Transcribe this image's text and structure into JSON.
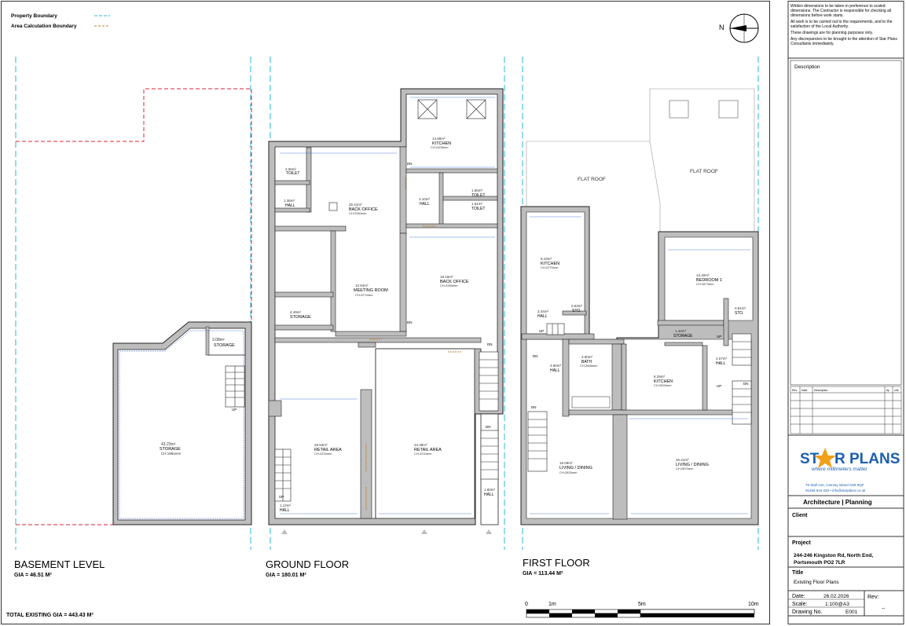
{
  "legend": {
    "property_boundary": "Property Boundary",
    "area_boundary": "Area Calculation Boundary"
  },
  "colors": {
    "wall": "#bdbdbd",
    "wall_stroke": "#222222",
    "boundary": "#2ab7d6",
    "area": "#b9833a",
    "dim": "#2a5fd0",
    "red": "#d8263a",
    "logo_blue": "#1b5fb0",
    "logo_gold": "#f0a019"
  },
  "compass": {
    "letter": "N"
  },
  "levels": {
    "basement": {
      "title": "BASEMENT LEVEL",
      "gia": "GIA = 46.51 M²"
    },
    "ground": {
      "title": "GROUND FLOOR",
      "gia": "GIA = 180.01 M²"
    },
    "first": {
      "title": "FIRST FLOOR",
      "gia": "GIA = 113.44 M²"
    }
  },
  "total": "TOTAL EXISTING GIA = 443.43 M²",
  "rooms": {
    "b_storage_small": {
      "area": "3.08m²",
      "name": "STORAGE"
    },
    "b_storage_big": {
      "area": "43.23m²",
      "name": "STORAGE",
      "ch": "CH:1984mm"
    },
    "g_toilet": {
      "area": "2.06m²",
      "name": "TOILET"
    },
    "g_hall_small": {
      "area": "1.36m²",
      "name": "HALL"
    },
    "g_back_office1": {
      "area": "25.41m²",
      "name": "BACK OFFICE",
      "ch": "CH:2280mm"
    },
    "g_kitchen": {
      "area": "14.90m²",
      "name": "KITCHEN",
      "ch": "CH:2408mm"
    },
    "g_hall_mid": {
      "area": "3.10m²",
      "name": "HALL"
    },
    "g_toilet2": {
      "area": "1.86m²",
      "name": "TOILET"
    },
    "g_toilet3": {
      "area": "1.81m²",
      "name": "TOILET"
    },
    "g_meeting": {
      "area": "12.54m²",
      "name": "MEETING ROOM",
      "ch": "CH:2270mm"
    },
    "g_back_office2": {
      "area": "19.16m²",
      "name": "BACK OFFICE",
      "ch": "CH:2285mm"
    },
    "g_storage": {
      "area": "4.49m²",
      "name": "STORAGE"
    },
    "g_retail1": {
      "area": "26.53m²",
      "name": "RETAIL AREA",
      "ch": "CH:2234mm"
    },
    "g_retail2": {
      "area": "34.38m²",
      "name": "RETAIL AREA",
      "ch": "CH:2234mm"
    },
    "g_hall_l": {
      "area": "1.12m²",
      "name": "HALL"
    },
    "g_hall_r": {
      "area": "1.80m²",
      "name": "HALL"
    },
    "f_flat_roof1": {
      "name": "FLAT ROOF"
    },
    "f_flat_roof2": {
      "name": "FLAT ROOF"
    },
    "f_kitchen1": {
      "area": "8.43m²",
      "name": "KITCHEN",
      "ch": "CH:2270mm"
    },
    "f_hall1": {
      "area": "3.34m²",
      "name": "HALL"
    },
    "f_sto1": {
      "area": "0.63m²",
      "name": "STO."
    },
    "f_bedroom": {
      "area": "13.40m²",
      "name": "BEDROOM 1",
      "ch": "CH:2873mm"
    },
    "f_sto2": {
      "area": "0.81m²",
      "name": "STO."
    },
    "f_storage": {
      "area": "1.40m²",
      "name": "STORAGE"
    },
    "f_hall2": {
      "area": "4.80m²",
      "name": "HALL"
    },
    "f_bath": {
      "area": "3.80m²",
      "name": "BATH",
      "ch": "CH:2658mm"
    },
    "f_kitchen2": {
      "area": "8.29m²",
      "name": "KITCHEN",
      "ch": "CH:2830mm"
    },
    "f_hall3": {
      "area": "4.07m²",
      "name": "HALL"
    },
    "f_living1": {
      "area": "15.09m²",
      "name": "LIVING / DINING",
      "ch": "CH:2825mm"
    },
    "f_living2": {
      "area": "26.21m²",
      "name": "LIVING / DINING",
      "ch": "CH:2870mm"
    }
  },
  "marks": {
    "dn": "DN",
    "up": "UP"
  },
  "scale_bar": {
    "t0": "0",
    "t1": "1m",
    "t5": "5m",
    "t10": "10m"
  },
  "title_block": {
    "notes": [
      "Written dimensions to be taken in preference to scaled dimensions.  The Contractor is responsible for checking all dimensions before work starts.",
      "All work is to be carried out to the requirements, and to the satisfaction of the Local Authority.",
      "These drawings are for planning purposes only.",
      "Any discrepancies to be brought to the attention of Star Plans Consultants immediately."
    ],
    "description_label": "Description",
    "rev_headers": [
      "Rev",
      "Date",
      "Description",
      "by",
      "chk"
    ],
    "logo_star": "ST",
    "logo_rest": "R PLANS",
    "logo_tag": "where millimeters matter",
    "address": "76 Stall Ave, Canvey Island SS8 9QF",
    "contact": "01268 916 025 • info@starplans.co.uk",
    "discipline": "Architecture  |  Planning",
    "client_label": "Client",
    "project_label": "Project",
    "project_line1": "244-246 Kingston Rd, North End,",
    "project_line2": "Portsmouth PO2 7LR",
    "title_label": "Title",
    "title_value": "Existing Floor Plans",
    "date_label": "Date:",
    "date_value": "26.02.2026",
    "scale_label": "Scale:",
    "scale_value": "1:100@A3",
    "drawing_label": "Drawing No.",
    "drawing_value": "E001",
    "rev_label": "Rev:",
    "rev_value": "--"
  }
}
